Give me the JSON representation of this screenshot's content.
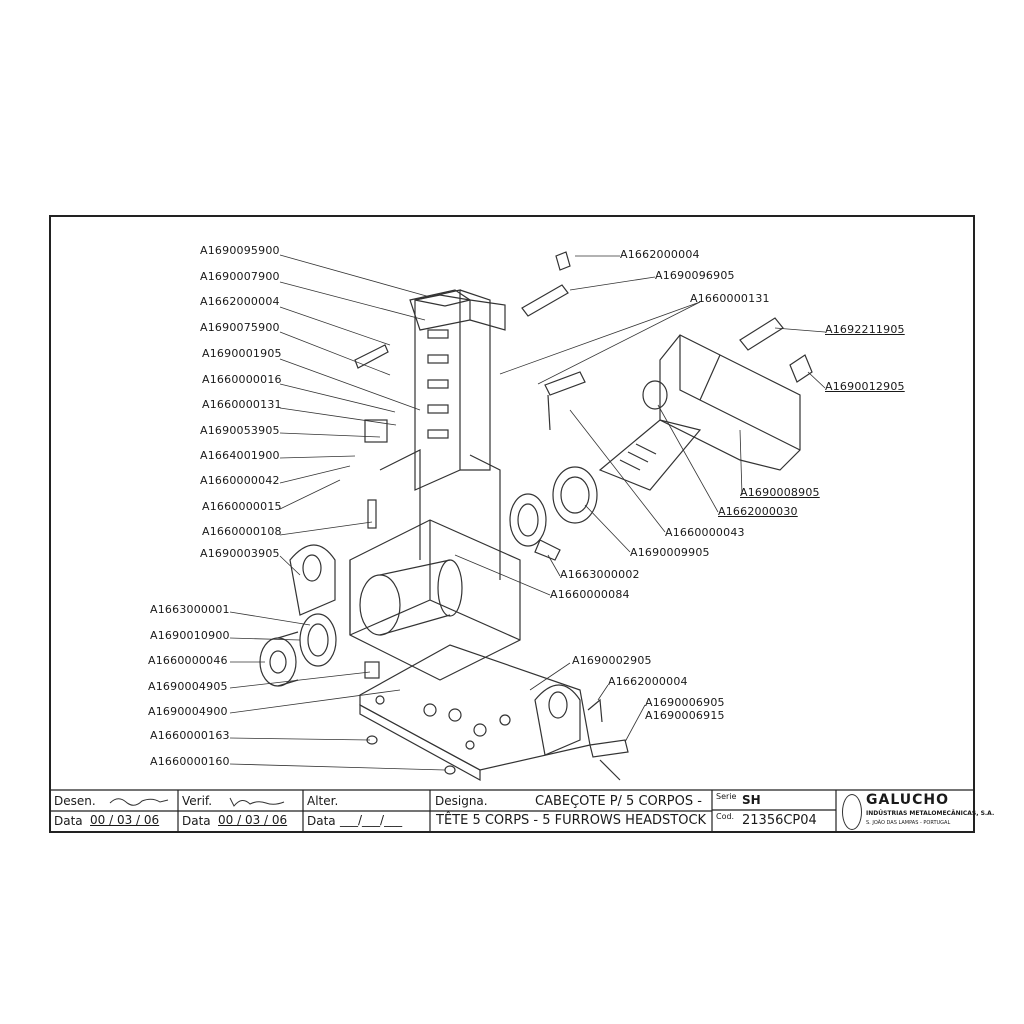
{
  "callouts_left": [
    "A1690095900",
    "A1690007900",
    "A1662000004",
    "A1690075900",
    "A1690001905",
    "A1660000016",
    "A1660000131",
    "A1690053905",
    "A1664001900",
    "A1660000042",
    "A1660000015",
    "A1660000108",
    "A1690003905",
    "A1663000001",
    "A1690010900",
    "A1660000046",
    "A1690004905",
    "A1690004900",
    "A1660000163",
    "A1660000160"
  ],
  "callouts_right": [
    "A1662000004",
    "A1690096905",
    "A1660000131",
    "A1692211905",
    "A1690012905",
    "A1690008905",
    "A1662000030",
    "A1660000043",
    "A1690009905",
    "A1663000002",
    "A1660000084",
    "A1690002905",
    "A1662000004",
    "A1690006905",
    "A1690006915"
  ],
  "title_block": {
    "desen_label": "Desen.",
    "verif_label": "Verif.",
    "alter_label": "Alter.",
    "designa_label": "Designa.",
    "serie_label": "Serie",
    "serie_value": "SH",
    "cod_label": "Cod.",
    "cod_value": "21356CP04",
    "data_label": "Data",
    "date_desen": "00 / 03 / 06",
    "date_verif": "00 / 03 / 06",
    "date_alter": "___/___/___",
    "designation_line1": "CABEÇOTE P/ 5 CORPOS -",
    "designation_line2": "TÊTE 5 CORPS - 5 FURROWS HEADSTOCK",
    "company": "GALUCHO",
    "company_sub": "INDÚSTRIAS METALOMECÂNICAS, S.A.",
    "company_loc": "S. JOÃO DAS LAMPAS - PORTUGAL"
  }
}
